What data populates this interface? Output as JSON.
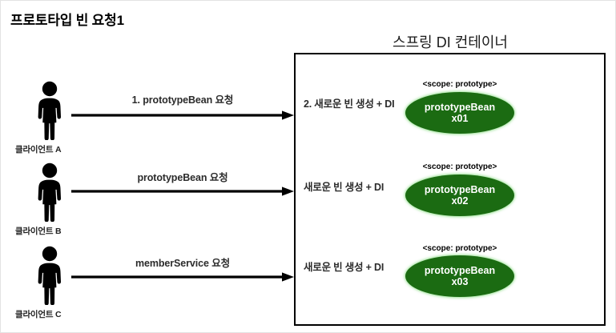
{
  "slide": {
    "title": "프로토타입 빈 요청1",
    "container_heading": "스프링 DI 컨테이너",
    "accent_green": "#1b6b12",
    "line_color": "#000000"
  },
  "rows": [
    {
      "client_label": "클라이언트 A",
      "client_icon": "person-icon",
      "arrow_label": "1. prototypeBean 요청",
      "create_label": "2. 새로운 빈 생성 + DI",
      "scope_caption": "<scope: prototype>",
      "bean_name": "prototypeBean",
      "bean_id": "x01"
    },
    {
      "client_label": "클라이언트 B",
      "client_icon": "person-icon",
      "arrow_label": "prototypeBean 요청",
      "create_label": "새로운 빈 생성 + DI",
      "scope_caption": "<scope: prototype>",
      "bean_name": "prototypeBean",
      "bean_id": "x02"
    },
    {
      "client_label": "클라이언트 C",
      "client_icon": "person-icon",
      "arrow_label": "memberService 요청",
      "create_label": "새로운 빈 생성 + DI",
      "scope_caption": "<scope: prototype>",
      "bean_name": "prototypeBean",
      "bean_id": "x03"
    }
  ]
}
